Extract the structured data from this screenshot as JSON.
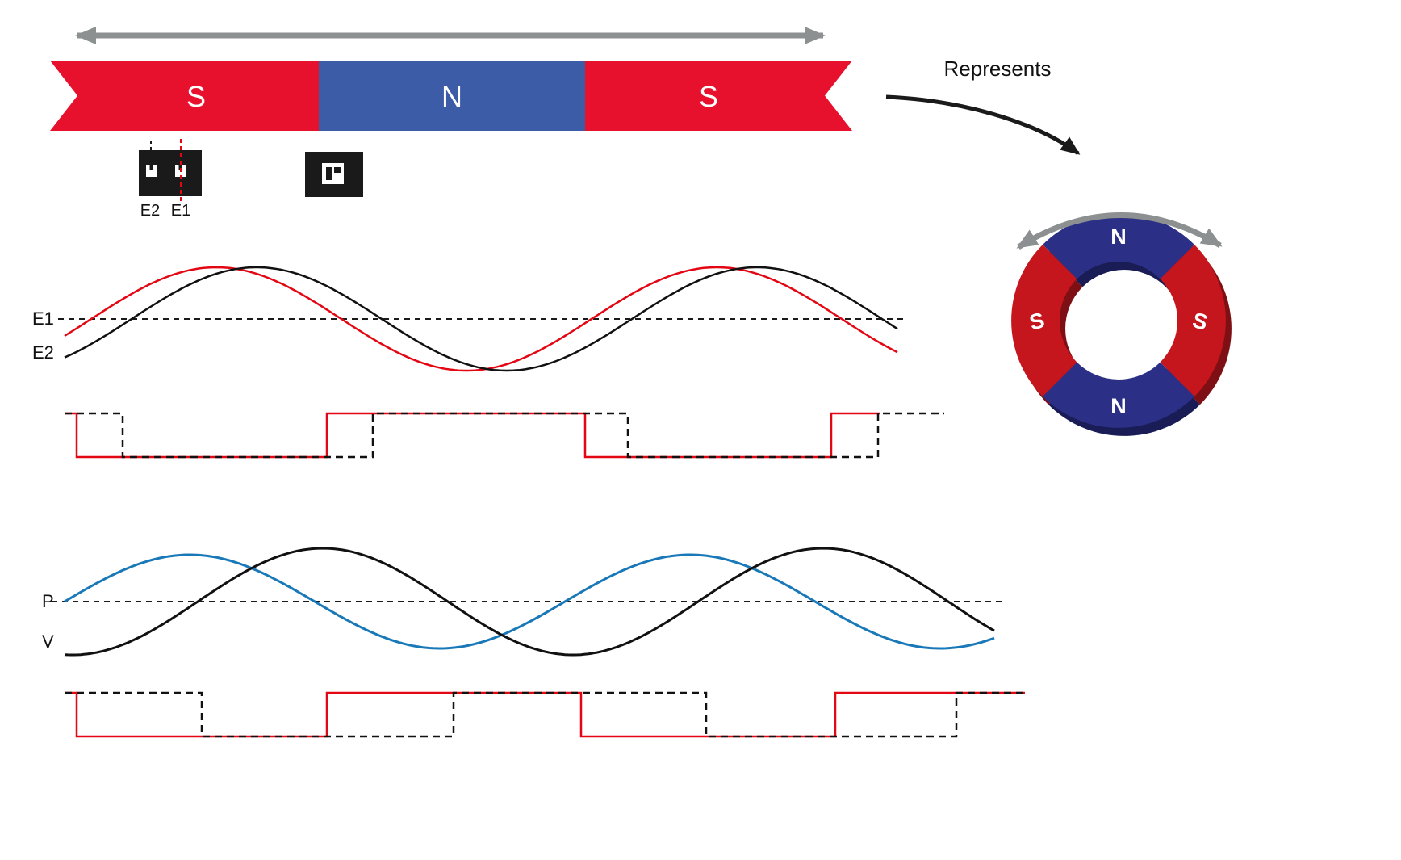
{
  "colors": {
    "magnet_red": "#e8112d",
    "magnet_blue": "#3c5ca8",
    "ring_red": "#c5161d",
    "ring_red_dark": "#7e0f14",
    "ring_blue": "#2b2f85",
    "ring_blue_dark": "#191c55",
    "wave_red": "#e30613",
    "wave_blue": "#1878b8",
    "wave_black": "#111111",
    "arrow_gray": "#8c9091",
    "arrow_black": "#1a1a1a"
  },
  "strip": {
    "segments": [
      {
        "label": "S",
        "color_key": "magnet_red"
      },
      {
        "label": "N",
        "color_key": "magnet_blue"
      },
      {
        "label": "S",
        "color_key": "magnet_red"
      }
    ]
  },
  "sensor_labels": {
    "e2": "E2",
    "e1": "E1"
  },
  "represents_label": "Represents",
  "ring": {
    "quadrants": [
      {
        "pos": "top",
        "label": "N",
        "color_key": "ring_blue"
      },
      {
        "pos": "right",
        "label": "S",
        "color_key": "ring_red"
      },
      {
        "pos": "bottom",
        "label": "N",
        "color_key": "ring_blue"
      },
      {
        "pos": "left",
        "label": "S",
        "color_key": "ring_red"
      }
    ]
  },
  "waveforms": {
    "analog_top": {
      "baseline_y": 395,
      "baseline_x0": 72,
      "baseline_x1": 1122,
      "x_start": 80,
      "x_end": 1115,
      "series": [
        {
          "name": "E1",
          "type": "sine",
          "color_key": "wave_red",
          "amplitude": 64,
          "period": 620,
          "peak_x": 268,
          "width": 2.5
        },
        {
          "name": "E2",
          "type": "sine",
          "color_key": "wave_black",
          "amplitude": 64,
          "period": 620,
          "peak_x": 318,
          "width": 2.5
        }
      ],
      "labels": [
        {
          "text": "E1"
        },
        {
          "text": "E2"
        }
      ]
    },
    "digital_top": {
      "high_y": 512,
      "low_y": 566,
      "series": [
        {
          "name": "E1-digital",
          "color_key": "wave_red",
          "dash": false,
          "x_start": 80,
          "start_level": "high",
          "toggles": [
            95,
            405,
            725,
            1030
          ],
          "x_end": 1090
        },
        {
          "name": "E2-digital",
          "color_key": "wave_black",
          "dash": true,
          "x_start": 80,
          "start_level": "high",
          "toggles": [
            152,
            462,
            778,
            1088
          ],
          "x_end": 1170
        }
      ]
    },
    "analog_bottom": {
      "baseline_y": 745,
      "baseline_x0": 64,
      "baseline_x1": 1242,
      "x_start": 80,
      "x_end": 1232,
      "series": [
        {
          "name": "P",
          "type": "sine",
          "color_key": "wave_blue",
          "amplitude": 58,
          "period": 620,
          "peak_x": 235,
          "width": 3
        },
        {
          "name": "V",
          "type": "sine",
          "color_key": "wave_black",
          "amplitude": 66,
          "period": 620,
          "peak_x": 400,
          "width": 3
        }
      ],
      "labels": [
        {
          "text": "P"
        },
        {
          "text": "V"
        }
      ]
    },
    "digital_bottom": {
      "high_y": 858,
      "low_y": 912,
      "series": [
        {
          "name": "P-digital",
          "color_key": "wave_red",
          "dash": false,
          "x_start": 80,
          "start_level": "high",
          "toggles": [
            95,
            405,
            720,
            1035
          ],
          "x_end": 1270
        },
        {
          "name": "V-digital",
          "color_key": "wave_black",
          "dash": true,
          "x_start": 80,
          "start_level": "high",
          "toggles": [
            250,
            562,
            875,
            1185
          ],
          "x_end": 1270
        }
      ]
    }
  }
}
